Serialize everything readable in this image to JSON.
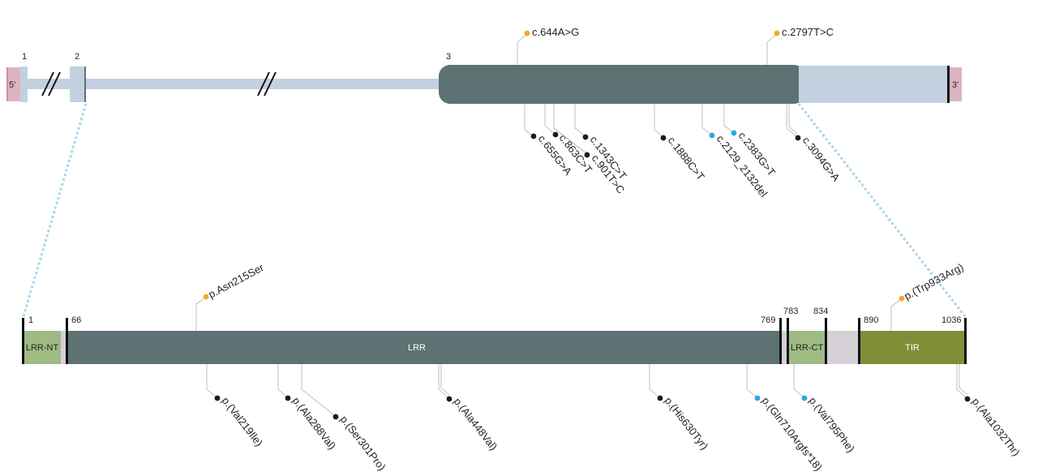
{
  "gene": {
    "utr5_label": "5'",
    "utr3_label": "3'",
    "exon_numbers": [
      "1",
      "2",
      "3"
    ]
  },
  "protein": {
    "positions": [
      "1",
      "66",
      "769",
      "783",
      "834",
      "890",
      "1036"
    ],
    "domains": [
      {
        "name": "LRR-NT",
        "color": "#9fbb84"
      },
      {
        "name": "LRR",
        "color": "#5d7373"
      },
      {
        "name": "LRR-CT",
        "color": "#9fbb84"
      },
      {
        "name": "TIR",
        "color": "#7f8f38"
      }
    ]
  },
  "variant_colors": {
    "black": "#1a1a1a",
    "orange": "#f5a623",
    "blue": "#29a8df"
  },
  "cdna_variants": [
    {
      "label": "c.644A>G",
      "color": "orange"
    },
    {
      "label": "c.2797T>C",
      "color": "orange"
    },
    {
      "label": "c.655G>A",
      "color": "black"
    },
    {
      "label": "c.863C>T",
      "color": "black"
    },
    {
      "label": "c.901T>C",
      "color": "black"
    },
    {
      "label": "c.1343C>T",
      "color": "black"
    },
    {
      "label": "c.1888C>T",
      "color": "black"
    },
    {
      "label": "c.2129_2132del",
      "color": "blue"
    },
    {
      "label": "c.2383G>T",
      "color": "blue"
    },
    {
      "label": "c.3094G>A",
      "color": "black"
    }
  ],
  "protein_variants": [
    {
      "label": "p.Asn215Ser",
      "color": "orange"
    },
    {
      "label": "p.(Trp933Arg)",
      "color": "orange"
    },
    {
      "label": "p.(Val219Ile)",
      "color": "black"
    },
    {
      "label": "p.(Ala288Val)",
      "color": "black"
    },
    {
      "label": "p.(Ser301Pro)",
      "color": "black"
    },
    {
      "label": "p.(Ala448Val)",
      "color": "black"
    },
    {
      "label": "p.(His630Tyr)",
      "color": "black"
    },
    {
      "label": "p.(Gln710Argfs*18)",
      "color": "blue"
    },
    {
      "label": "p.(Val795Phe)",
      "color": "blue"
    },
    {
      "label": "p.(Ala1032Thr)",
      "color": "black"
    }
  ]
}
